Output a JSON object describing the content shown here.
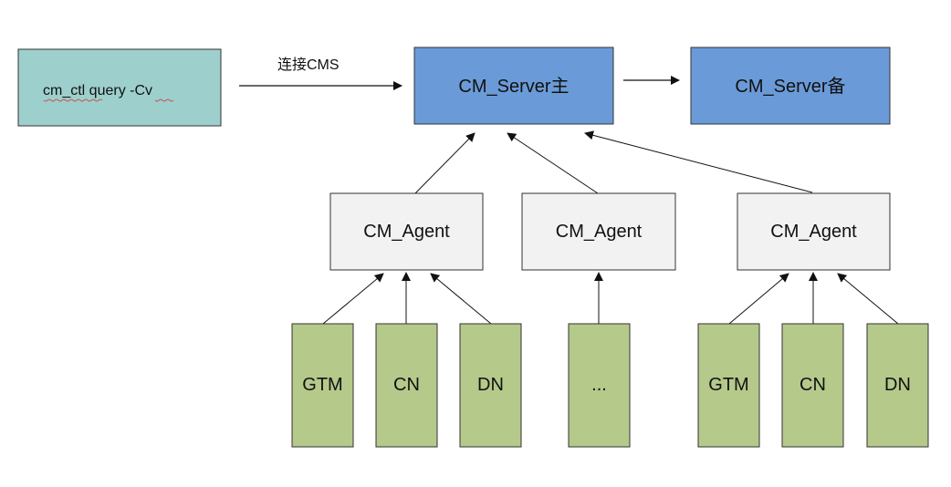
{
  "colors": {
    "cli_box": "#9dcfcc",
    "server_box": "#6a9bd8",
    "agent_box": "#f2f2f2",
    "component_box": "#b5c98b",
    "stroke": "#333333",
    "text": "#111111"
  },
  "cli": {
    "command": "cm_ctl query -Cv"
  },
  "connect_label": "连接CMS",
  "servers": {
    "primary": "CM_Server主",
    "standby": "CM_Server备"
  },
  "agents": [
    {
      "label": "CM_Agent"
    },
    {
      "label": "CM_Agent"
    },
    {
      "label": "CM_Agent"
    }
  ],
  "components": [
    {
      "label": "GTM"
    },
    {
      "label": "CN"
    },
    {
      "label": "DN"
    },
    {
      "label": "..."
    },
    {
      "label": "GTM"
    },
    {
      "label": "CN"
    },
    {
      "label": "DN"
    }
  ]
}
